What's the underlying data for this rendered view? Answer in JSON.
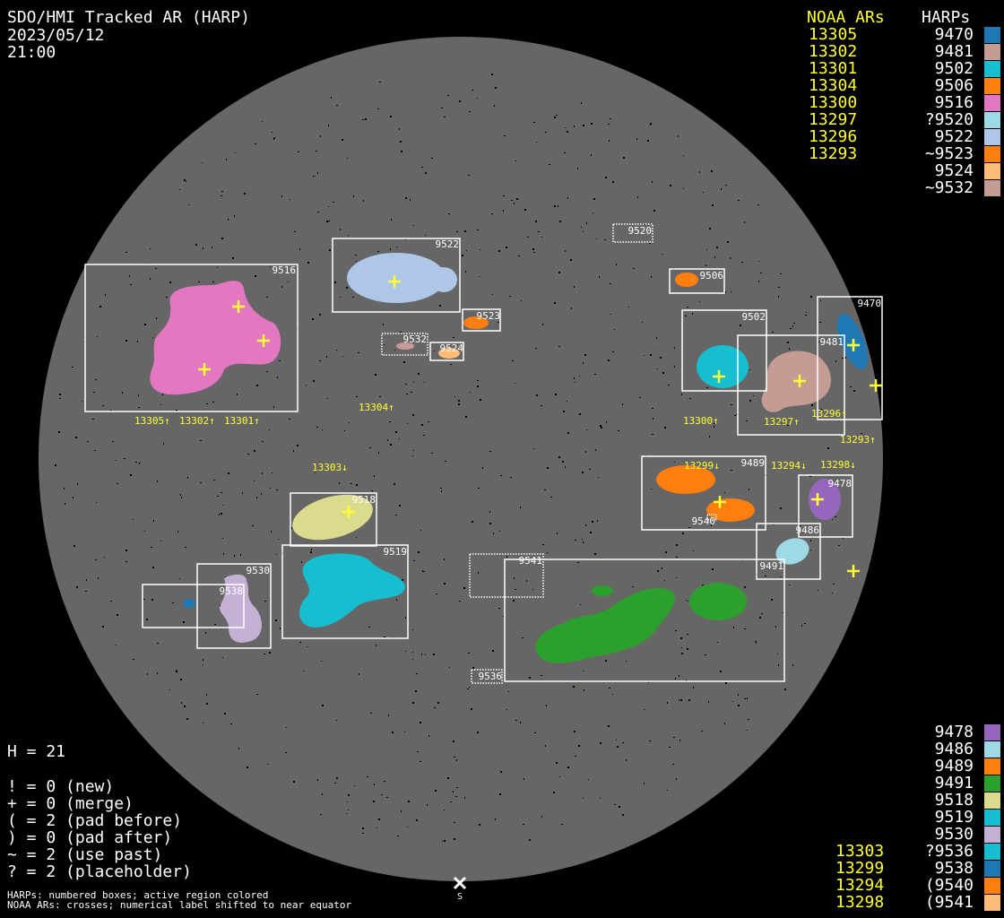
{
  "header": {
    "title": "SDO/HMI Tracked AR (HARP)",
    "date": "2023/05/12",
    "time": "21:00"
  },
  "top_legend": {
    "noaa_header": "NOAA ARs",
    "harp_header": "HARPs",
    "noaa": [
      "13305",
      "13302",
      "13301",
      "13304",
      "13300",
      "13297",
      "13296",
      "13293"
    ],
    "harps": [
      {
        "label": "9470",
        "color": "#1f77b4"
      },
      {
        "label": "9481",
        "color": "#c49c94"
      },
      {
        "label": "9502",
        "color": "#17becf"
      },
      {
        "label": "9506",
        "color": "#ff7f0e"
      },
      {
        "label": "9516",
        "color": "#e377c2"
      },
      {
        "label": "?9520",
        "color": "#9edae5"
      },
      {
        "label": "9522",
        "color": "#aec7e8"
      },
      {
        "label": "~9523",
        "color": "#ff7f0e"
      },
      {
        "label": "9524",
        "color": "#ffbb78"
      },
      {
        "label": "~9532",
        "color": "#c49c94"
      }
    ]
  },
  "bottom_legend": {
    "rows": [
      {
        "noaa": "",
        "label": "9478",
        "color": "#9467bd"
      },
      {
        "noaa": "",
        "label": "9486",
        "color": "#9edae5"
      },
      {
        "noaa": "",
        "label": "9489",
        "color": "#ff7f0e"
      },
      {
        "noaa": "",
        "label": "9491",
        "color": "#2ca02c"
      },
      {
        "noaa": "",
        "label": "9518",
        "color": "#dbdb8d"
      },
      {
        "noaa": "",
        "label": "9519",
        "color": "#17becf"
      },
      {
        "noaa": "",
        "label": "9530",
        "color": "#c5b0d5"
      },
      {
        "noaa": "13303",
        "label": "?9536",
        "color": "#17becf"
      },
      {
        "noaa": "13299",
        "label": "9538",
        "color": "#1f77b4"
      },
      {
        "noaa": "13294",
        "label": "(9540",
        "color": "#ff7f0e"
      },
      {
        "noaa": "13298",
        "label": "(9541",
        "color": "#ffbb78"
      }
    ]
  },
  "stats": {
    "h": "H = 21",
    "lines": [
      "! = 0 (new)",
      "+ = 0 (merge)",
      "( = 2 (pad before)",
      ") = 0 (pad after)",
      "~ = 2 (use past)",
      "? = 2 (placeholder)"
    ]
  },
  "notes": [
    "HARPs: numbered boxes; active region colored",
    "NOAA ARs: crosses; numerical label shifted to near equator"
  ],
  "map": {
    "harp_labels": {
      "h9516": "9516",
      "h9522": "9522",
      "h9523": "9523",
      "h9532": "9532",
      "h9524": "9524",
      "h9520": "9520",
      "h9506": "9506",
      "h9502": "9502",
      "h9481": "9481",
      "h9470": "9470",
      "h9489": "9489",
      "h9478": "9478",
      "h9486": "9486",
      "h9491": "9491",
      "h9541": "9541",
      "h9536": "9536",
      "h9518": "9518",
      "h9519": "9519",
      "h9530": "9530",
      "h9538": "9538",
      "h9540": "9540"
    },
    "noaa_labels": {
      "a13305": "13305↑",
      "a13302": "13302↑",
      "a13301": "13301↑",
      "a13304": "13304↑",
      "a13300": "13300↑",
      "a13297": "13297↑",
      "a13296": "13296↑",
      "a13293": "13293↑",
      "a13303": "13303↓",
      "a13299": "13299↓",
      "a13294": "13294↓",
      "a13298": "13298↓"
    },
    "south_label": "S",
    "colors": {
      "disk": "#666666",
      "noaa": "#ffff33"
    }
  }
}
